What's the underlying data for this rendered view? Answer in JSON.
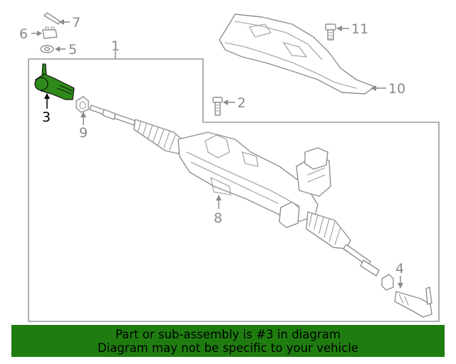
{
  "diagram": {
    "callouts": {
      "c1": "1",
      "c2": "2",
      "c3": "3",
      "c4": "4",
      "c5": "5",
      "c6": "6",
      "c7": "7",
      "c8": "8",
      "c9": "9",
      "c10": "10",
      "c11": "11"
    },
    "highlighted_callout": "3",
    "colors": {
      "highlight": "#2e8b1a",
      "line": "#8f8f8f",
      "banner": "#1f7d10"
    }
  },
  "banner": {
    "line1": "Part or sub-assembly is #3 in diagram",
    "line2": "Diagram may not be specific to your vehicle"
  }
}
